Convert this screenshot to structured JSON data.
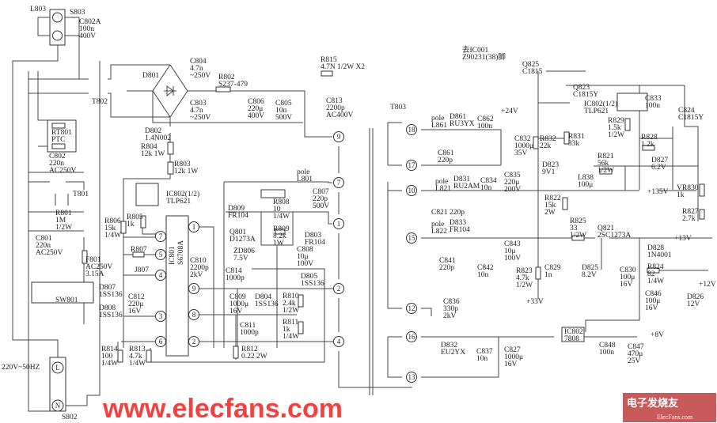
{
  "title": "Power supply schematic",
  "watermark": "www.elecfans.com",
  "logo": {
    "cn": "电子发烧友",
    "en": "ElecFans.com"
  },
  "colors": {
    "wire": "#444444",
    "watermark": "#f0201e",
    "logo_bg": "#c85a5a"
  },
  "labels": {
    "L803": [
      "L803"
    ],
    "S803": [
      "S803"
    ],
    "C802A": [
      "C802A",
      "100n",
      "400V"
    ],
    "D801": [
      "D801"
    ],
    "C804": [
      "C804",
      "4.7n",
      "~250V"
    ],
    "R802": [
      "R802",
      "S237-479"
    ],
    "C803": [
      "C803",
      "4.7n",
      "~250V"
    ],
    "C806": [
      "C806",
      "220μ",
      "400V"
    ],
    "C805": [
      "C805",
      "10n",
      "500V"
    ],
    "R815": [
      "R815",
      "4.7N 1/2W X2"
    ],
    "C813": [
      "C813",
      "2200p",
      "AC400V"
    ],
    "T803": [
      "T803"
    ],
    "T802": [
      "T802"
    ],
    "D802": [
      "D802",
      "1.4N002"
    ],
    "R804": [
      "R804",
      "12k  1W"
    ],
    "R803": [
      "R803",
      "12k  1W"
    ],
    "RT801": [
      "RT801",
      "PTC"
    ],
    "C802": [
      "C802",
      "220n",
      "AC250V"
    ],
    "T801": [
      "T801"
    ],
    "IC802A": [
      "IC802(1/2)",
      "TLP621"
    ],
    "L801": [
      "pole",
      "L801"
    ],
    "C807": [
      "C807",
      "220p",
      "500V"
    ],
    "D809": [
      "D809",
      "FR104"
    ],
    "R808": [
      "R808",
      "10",
      "1/4W"
    ],
    "Q801": [
      "Q801",
      "D1273A"
    ],
    "R809": [
      "R809",
      "8.2k",
      "1W"
    ],
    "D803": [
      "D803",
      "FR104"
    ],
    "ZD806": [
      "ZD806",
      "7.5V"
    ],
    "C808": [
      "C808",
      "10μ",
      "100V"
    ],
    "C814": [
      "C814",
      "1000p"
    ],
    "C810": [
      "C810",
      "2200p",
      "2kV"
    ],
    "R801": [
      "R801",
      "1M",
      "1/2W"
    ],
    "C801": [
      "C801",
      "220n",
      "AC250V"
    ],
    "F801": [
      "F801",
      "AC250V",
      "3.15A"
    ],
    "SW801": [
      "SW801"
    ],
    "R806": [
      "R806",
      "15k",
      "1/4W"
    ],
    "R805": [
      "R805",
      "1k"
    ],
    "R807": [
      "R807"
    ],
    "J807": [
      "J807"
    ],
    "D807": [
      "D807",
      "1SS136"
    ],
    "D808": [
      "D808",
      "1SS136"
    ],
    "C812": [
      "C812",
      "220μ",
      "16V"
    ],
    "C809": [
      "C809",
      "1000μ",
      "16V"
    ],
    "D804": [
      "D804",
      "1SS136"
    ],
    "D805": [
      "D805",
      "1SS136"
    ],
    "R810": [
      "R810",
      "2.4k",
      "1/2W"
    ],
    "R811": [
      "R811",
      "1k",
      "1/4W"
    ],
    "C811": [
      "C811",
      "1000p"
    ],
    "R812": [
      "R812",
      "0.22  2W"
    ],
    "R814": [
      "R814",
      "100",
      "1/4W"
    ],
    "R813": [
      "R813",
      "4.7k",
      "1/4W"
    ],
    "MAINS": [
      "220V~50HZ"
    ],
    "S802": [
      "S802"
    ],
    "IC001": [
      "去IC001",
      "Z90231(38)脚"
    ],
    "Q825": [
      "Q825",
      "C1815"
    ],
    "Q823": [
      "Q823",
      "C1815Y"
    ],
    "IC802B": [
      "IC802(1/2)",
      "TLP621"
    ],
    "C833": [
      "C833",
      "100n"
    ],
    "C824": [
      "C824",
      "C1815Y"
    ],
    "V24": [
      "+24V"
    ],
    "L861": [
      "pole",
      "L861"
    ],
    "D861": [
      "D861",
      "RU3YX"
    ],
    "C862": [
      "C862",
      "100n"
    ],
    "C861": [
      "C861",
      "220p"
    ],
    "C832": [
      "C832",
      "1000μ",
      "35V"
    ],
    "R832": [
      "R832",
      "22k"
    ],
    "R831": [
      "R831",
      "33k"
    ],
    "R829": [
      "R829",
      "1.5k",
      "1/2W"
    ],
    "R828": [
      "R828",
      "1.2k"
    ],
    "D827": [
      "D827",
      "6.2V"
    ],
    "R821": [
      "R821",
      "56k",
      "1/2W"
    ],
    "D823": [
      "D823",
      "9V1"
    ],
    "L821": [
      "pole",
      "L821"
    ],
    "D831": [
      "D831",
      "RU2AM"
    ],
    "C834": [
      "C834",
      "10n"
    ],
    "C835": [
      "C835",
      "220μ",
      "200V"
    ],
    "L838": [
      "L838",
      "100μ"
    ],
    "V135": [
      "+135V"
    ],
    "VR830": [
      "VR830",
      "1k"
    ],
    "R822": [
      "R822",
      "15k",
      "2W"
    ],
    "C821": [
      "C821  220p"
    ],
    "R827": [
      "R827",
      "2.7k"
    ],
    "L822": [
      "pole",
      "L822"
    ],
    "D833": [
      "D833",
      "FR104"
    ],
    "R825": [
      "R825",
      "33",
      "1/2W"
    ],
    "Q821": [
      "Q821",
      "2SC1273A"
    ],
    "V13": [
      "+13V"
    ],
    "C843": [
      "C843",
      "10μ",
      "100V"
    ],
    "C841": [
      "C841",
      "220p"
    ],
    "C842": [
      "C842",
      "10n"
    ],
    "R823": [
      "R823",
      "4.7k",
      "1/2W"
    ],
    "C829": [
      "C829",
      "1n"
    ],
    "D825": [
      "D825",
      "8.2V"
    ],
    "C830": [
      "C830",
      "100μ",
      "16V"
    ],
    "D828": [
      "D828",
      "1N4001"
    ],
    "R824": [
      "R824",
      "82",
      "1/4W"
    ],
    "V12": [
      "+12V"
    ],
    "C846": [
      "C846",
      "100μ",
      "16V"
    ],
    "D826": [
      "D826",
      "12V"
    ],
    "V33": [
      "+33V"
    ],
    "C836": [
      "C836",
      "330p",
      "2kV"
    ],
    "D832": [
      "D832",
      "EU2YX"
    ],
    "C837": [
      "C837",
      "10n"
    ],
    "C827": [
      "C827",
      "1000μ",
      "16V"
    ],
    "IC802C": [
      "IC802",
      "7808"
    ],
    "V8": [
      "+8V"
    ],
    "C848": [
      "C848",
      "100n"
    ],
    "C847": [
      "C847",
      "470μ",
      "25V"
    ],
    "IC801": [
      "IC801",
      "S6708A"
    ]
  },
  "pins": {
    "t_left": [
      "9",
      "7",
      "1",
      "2",
      "4"
    ],
    "t_right": [
      "18",
      "17",
      "10",
      "15",
      "12",
      "16",
      "13"
    ],
    "ic_left": [
      "7",
      "5",
      "4",
      "3",
      "6"
    ],
    "ic_right": [
      "1",
      "9",
      "8",
      "2"
    ],
    "mains": [
      "L",
      "N"
    ]
  }
}
